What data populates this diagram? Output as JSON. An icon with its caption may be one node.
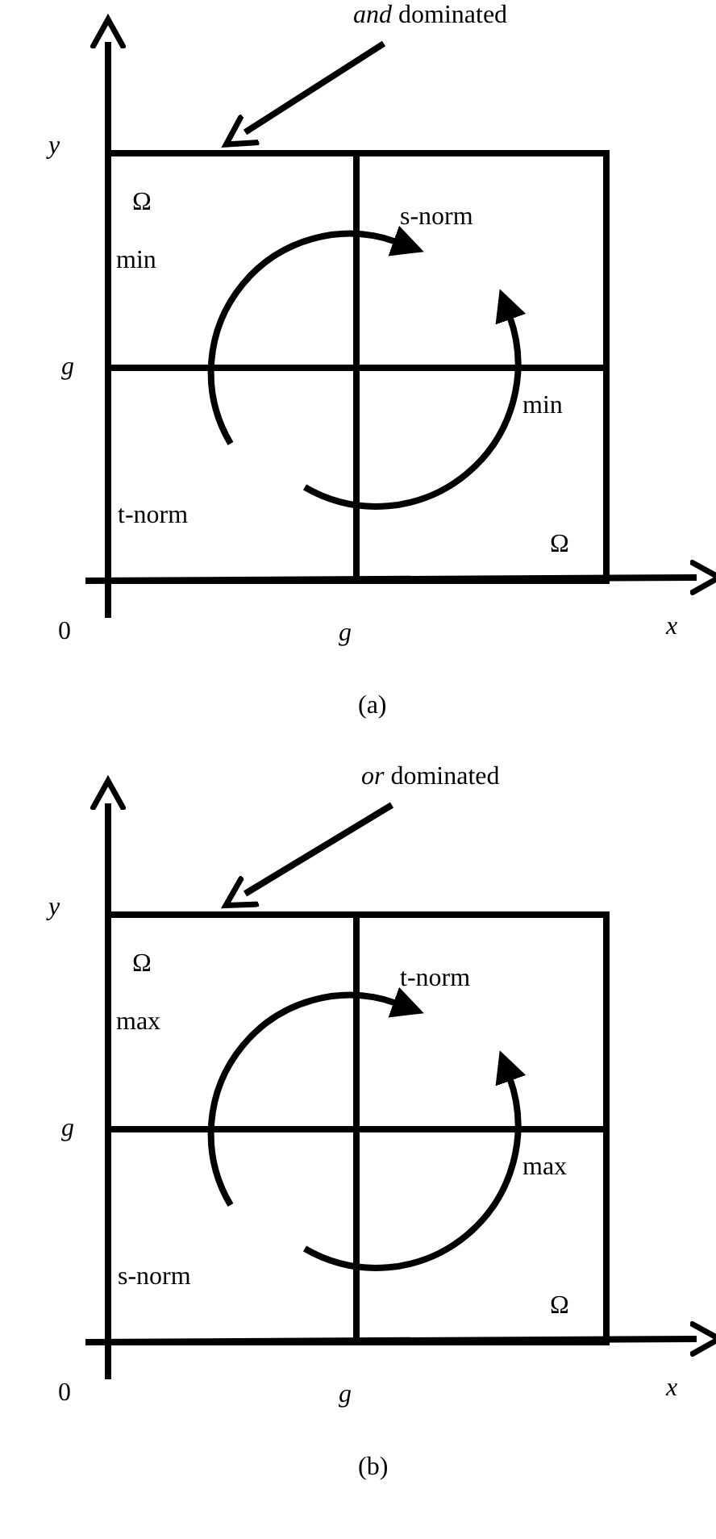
{
  "diagram": {
    "nodes": [
      {
        "text": [
          "*and* dominated"
        ]
      },
      {
        "text": [],
        "shape": "box"
      },
      {
        "text": [
          "*or* dominated"
        ]
      },
      {
        "text": [],
        "shape": "box"
      }
    ],
    "edges": [
      {
        "from": 0,
        "to": 1,
        "arrow": "to"
      },
      {
        "from": 2,
        "to": 3,
        "arrow": "to"
      }
    ],
    "labels": [
      "y",
      "Ω",
      "min",
      "g",
      "s-norm",
      "min",
      "t-norm",
      "Ω",
      "0",
      "g",
      "x",
      "(a)",
      "y",
      "Ω",
      "max",
      "g",
      "t-norm",
      "max",
      "s-norm",
      "Ω",
      "0",
      "g",
      "x",
      "(b)"
    ]
  }
}
